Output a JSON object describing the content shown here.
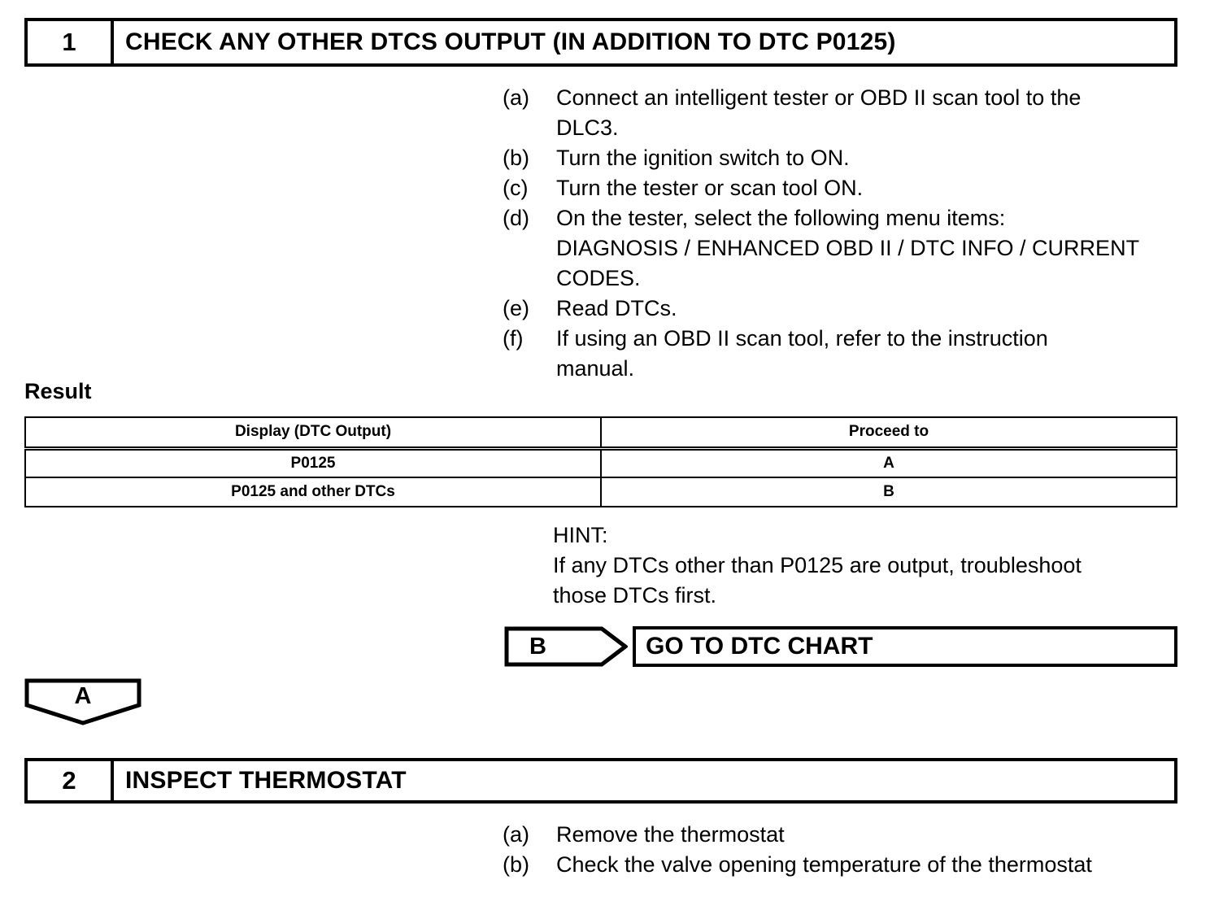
{
  "page": {
    "document_type": "dtc-diagnostic-procedure"
  },
  "step1": {
    "number": "1",
    "title": "CHECK ANY OTHER DTCS OUTPUT (IN ADDITION TO DTC P0125)",
    "procedures": [
      {
        "marker": "(a)",
        "text": "Connect an intelligent tester or OBD II scan tool to the",
        "cont": "DLC3."
      },
      {
        "marker": "(b)",
        "text": "Turn the ignition switch to ON.",
        "cont": ""
      },
      {
        "marker": "(c)",
        "text": "Turn the tester or scan tool ON.",
        "cont": ""
      },
      {
        "marker": "(d)",
        "text": "On the tester, select the following menu items:",
        "cont": "DIAGNOSIS / ENHANCED OBD II / DTC INFO / CURRENT CODES."
      },
      {
        "marker": "(e)",
        "text": "Read DTCs.",
        "cont": ""
      },
      {
        "marker": "(f)",
        "text": "If using an OBD II scan tool, refer to the instruction",
        "cont": "manual."
      }
    ]
  },
  "result": {
    "label": "Result",
    "columns": [
      "Display (DTC Output)",
      "Proceed to"
    ],
    "rows": [
      [
        "P0125",
        "A"
      ],
      [
        "P0125 and other DTCs",
        "B"
      ]
    ]
  },
  "hint": {
    "title": "HINT:",
    "line1": "If any DTCs other than P0125 are output, troubleshoot",
    "line2": "those DTCs first."
  },
  "connector_b": {
    "letter": "B",
    "target_label": "GO TO DTC CHART"
  },
  "connector_a": {
    "letter": "A"
  },
  "step2": {
    "number": "2",
    "title": "INSPECT THERMOSTAT",
    "procedures": [
      {
        "marker": "(a)",
        "text": "Remove the thermostat",
        "cont": ""
      },
      {
        "marker": "(b)",
        "text": "Check the valve opening temperature of the thermostat",
        "cont": ""
      }
    ]
  },
  "colors": {
    "ink": "#000000",
    "paper": "#ffffff"
  }
}
